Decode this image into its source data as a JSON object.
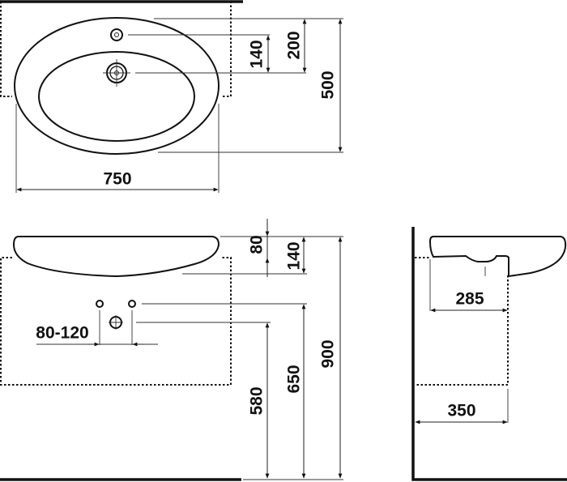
{
  "top_view": {
    "width_label": "750",
    "depth_label": "500",
    "tap_to_drain_label": "140",
    "back_to_drain_label": "200"
  },
  "front_view": {
    "basin_height_label": "80",
    "total_height_label": "140",
    "overall_height_label": "900",
    "tap_height_label": "650",
    "drain_height_label": "580",
    "hole_spacing_label": "80-120"
  },
  "side_view": {
    "projection_label": "285",
    "wall_to_pedestal_label": "350"
  },
  "colors": {
    "line": "#111111",
    "background": "#ffffff"
  }
}
